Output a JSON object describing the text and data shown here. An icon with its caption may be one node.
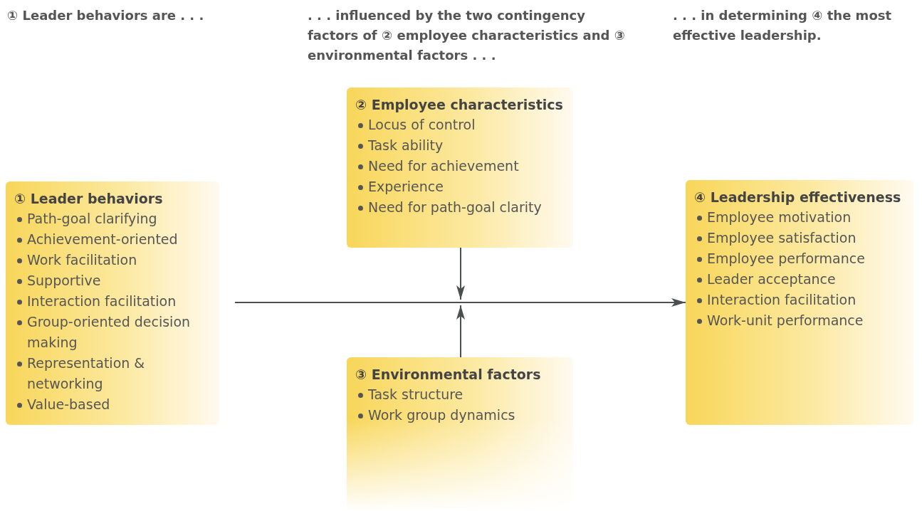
{
  "diagram": {
    "labels": [
      "① Leader behaviors are . . .",
      ". . . influenced by the two contingency factors of ② employee characteristics and ③ environmental factors . . .",
      ". . . in determining ④ the most effective leadership."
    ],
    "nodes": [
      {
        "text": [
          "① Leader behaviors",
          "Path-goal clarifying",
          "Achievement-oriented",
          "Work facilitation",
          "Supportive",
          "Interaction facilitation",
          "Group-oriented decision making",
          "Representation & networking",
          "Value-based"
        ]
      },
      {
        "text": [
          "② Employee characteristics",
          "Locus of control",
          "Task ability",
          "Need for achievement",
          "Experience",
          "Need for path-goal clarity"
        ]
      },
      {
        "text": [
          "③ Environmental factors",
          "Task structure",
          "Work group dynamics"
        ]
      },
      {
        "text": [
          "④ Leadership effectiveness",
          "Employee motivation",
          "Employee satisfaction",
          "Employee performance",
          "Leader acceptance",
          "Interaction facilitation",
          "Work-unit performance"
        ]
      }
    ],
    "edges": [
      {
        "from": 0,
        "to": 3,
        "arrow": "to"
      },
      {
        "from": 1,
        "to": null,
        "arrow": "to"
      },
      {
        "from": 2,
        "to": null,
        "arrow": "to"
      }
    ]
  }
}
